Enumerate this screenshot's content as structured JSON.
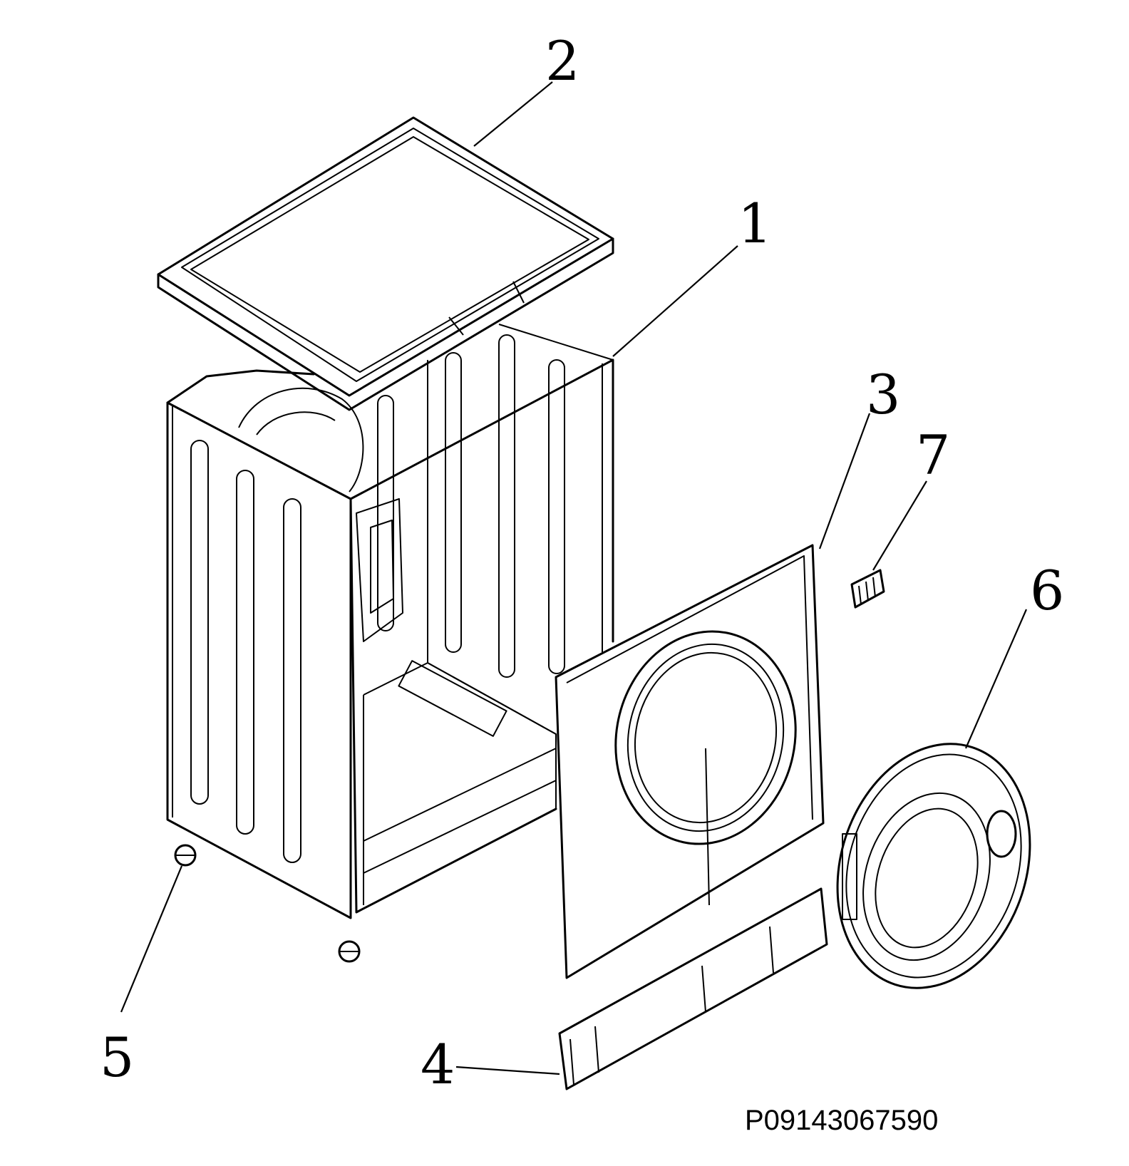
{
  "diagram": {
    "part_code": "P09143067590",
    "callouts": [
      {
        "id": "1",
        "label": "1"
      },
      {
        "id": "2",
        "label": "2"
      },
      {
        "id": "3",
        "label": "3"
      },
      {
        "id": "4",
        "label": "4"
      },
      {
        "id": "5",
        "label": "5"
      },
      {
        "id": "6",
        "label": "6"
      },
      {
        "id": "7",
        "label": "7"
      }
    ]
  }
}
